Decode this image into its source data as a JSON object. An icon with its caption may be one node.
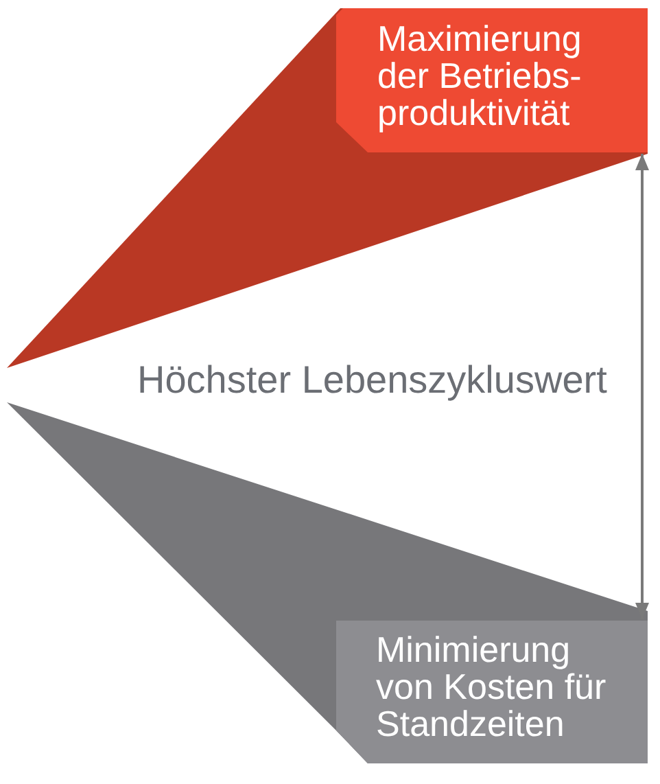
{
  "diagram": {
    "nodes": [
      {
        "text": [
          "Maximierung der Betriebs- produktivität"
        ]
      },
      {
        "text": [
          "Minimierung von Kosten für Standzeiten"
        ]
      }
    ],
    "edges": [
      {
        "from": 0,
        "to": 1,
        "arrow": "both"
      }
    ],
    "labels": [
      "Höchster Lebenszykluswert"
    ]
  }
}
